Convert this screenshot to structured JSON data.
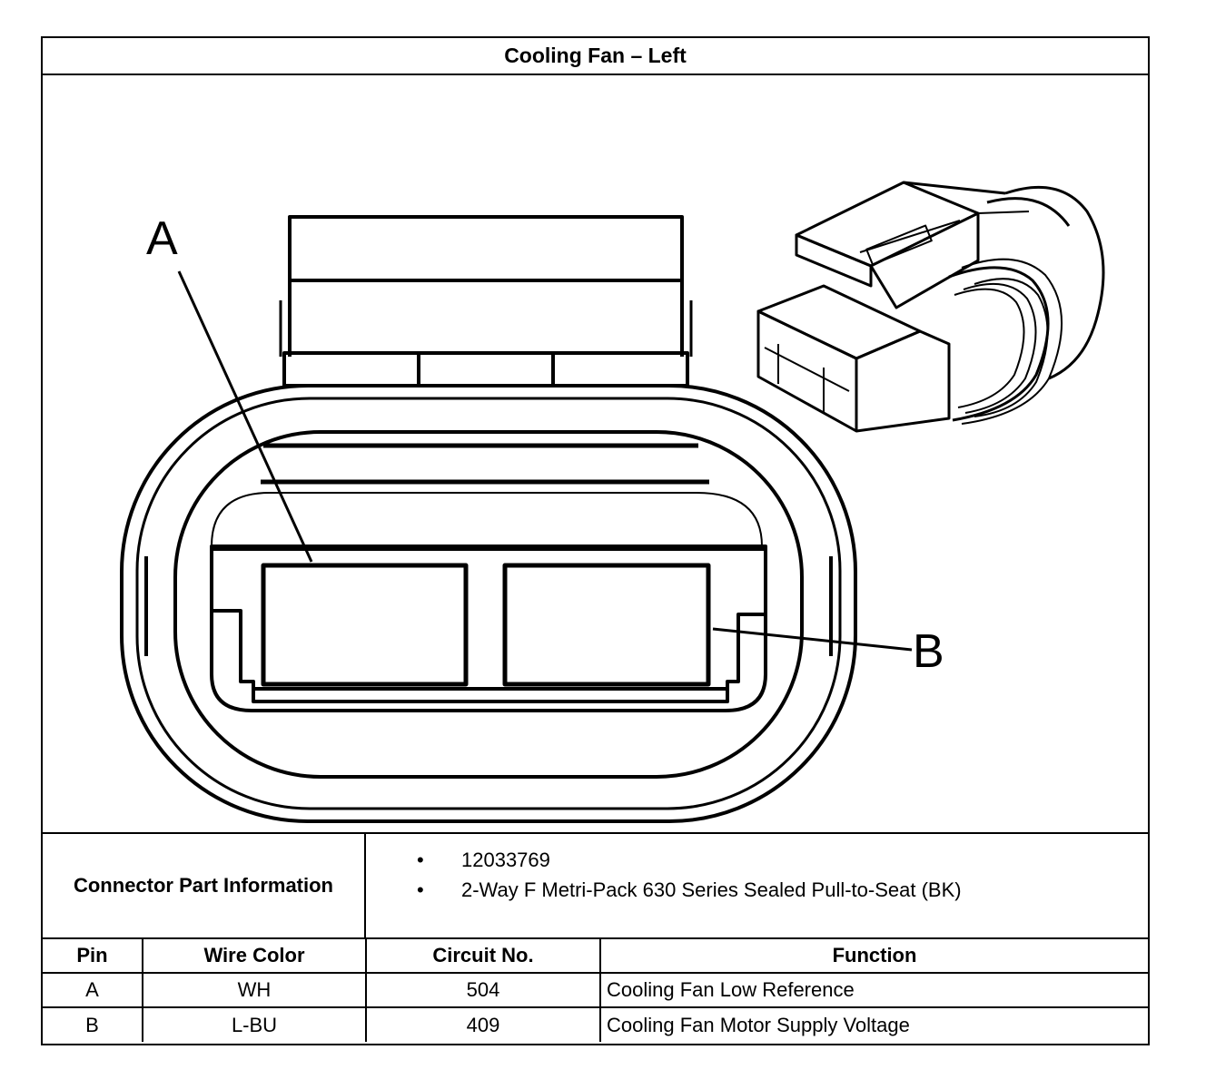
{
  "title": "Cooling Fan – Left",
  "diagram": {
    "pin_labels": [
      "A",
      "B"
    ]
  },
  "connector_info": {
    "label": "Connector Part Information",
    "items": [
      "12033769",
      "2-Way F Metri-Pack 630 Series Sealed Pull-to-Seat (BK)"
    ]
  },
  "pin_table": {
    "headers": [
      "Pin",
      "Wire Color",
      "Circuit No.",
      "Function"
    ],
    "rows": [
      {
        "pin": "A",
        "wire_color": "WH",
        "circuit": "504",
        "function": "Cooling Fan Low Reference"
      },
      {
        "pin": "B",
        "wire_color": "L-BU",
        "circuit": "409",
        "function": "Cooling Fan Motor Supply Voltage"
      }
    ]
  }
}
